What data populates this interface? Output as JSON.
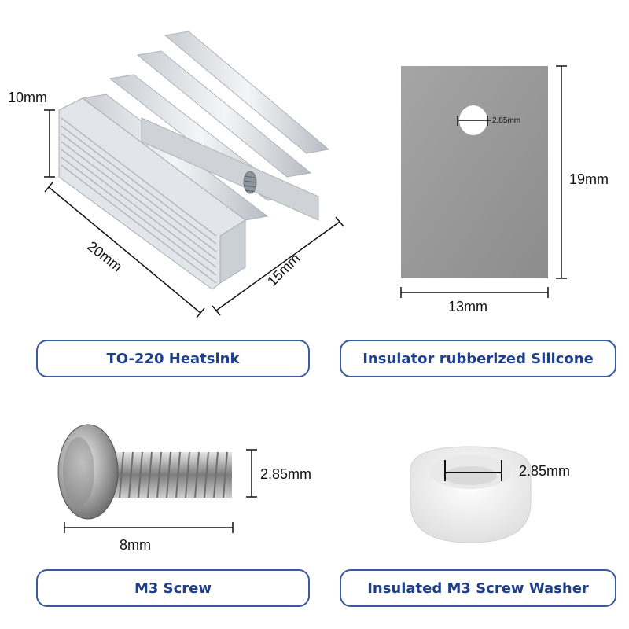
{
  "heatsink": {
    "dim_height": "10mm",
    "dim_length": "20mm",
    "dim_width": "15mm",
    "label": "TO-220 Heatsink"
  },
  "insulator": {
    "dim_hole": "2.85mm",
    "dim_height": "19mm",
    "dim_width": "13mm",
    "label": "Insulator rubberized Silicone"
  },
  "screw": {
    "dim_diameter": "2.85mm",
    "dim_length": "8mm",
    "label": "M3 Screw"
  },
  "washer": {
    "dim_hole": "2.85mm",
    "label": "Insulated M3 Screw Washer"
  },
  "colors": {
    "label_border": "#3a5aa0",
    "label_text": "#1f3f8a",
    "insulator_fill": "#9a9a9a",
    "heatsink_fill": "#dfe2e6",
    "washer_fill": "#f2f2f2"
  }
}
